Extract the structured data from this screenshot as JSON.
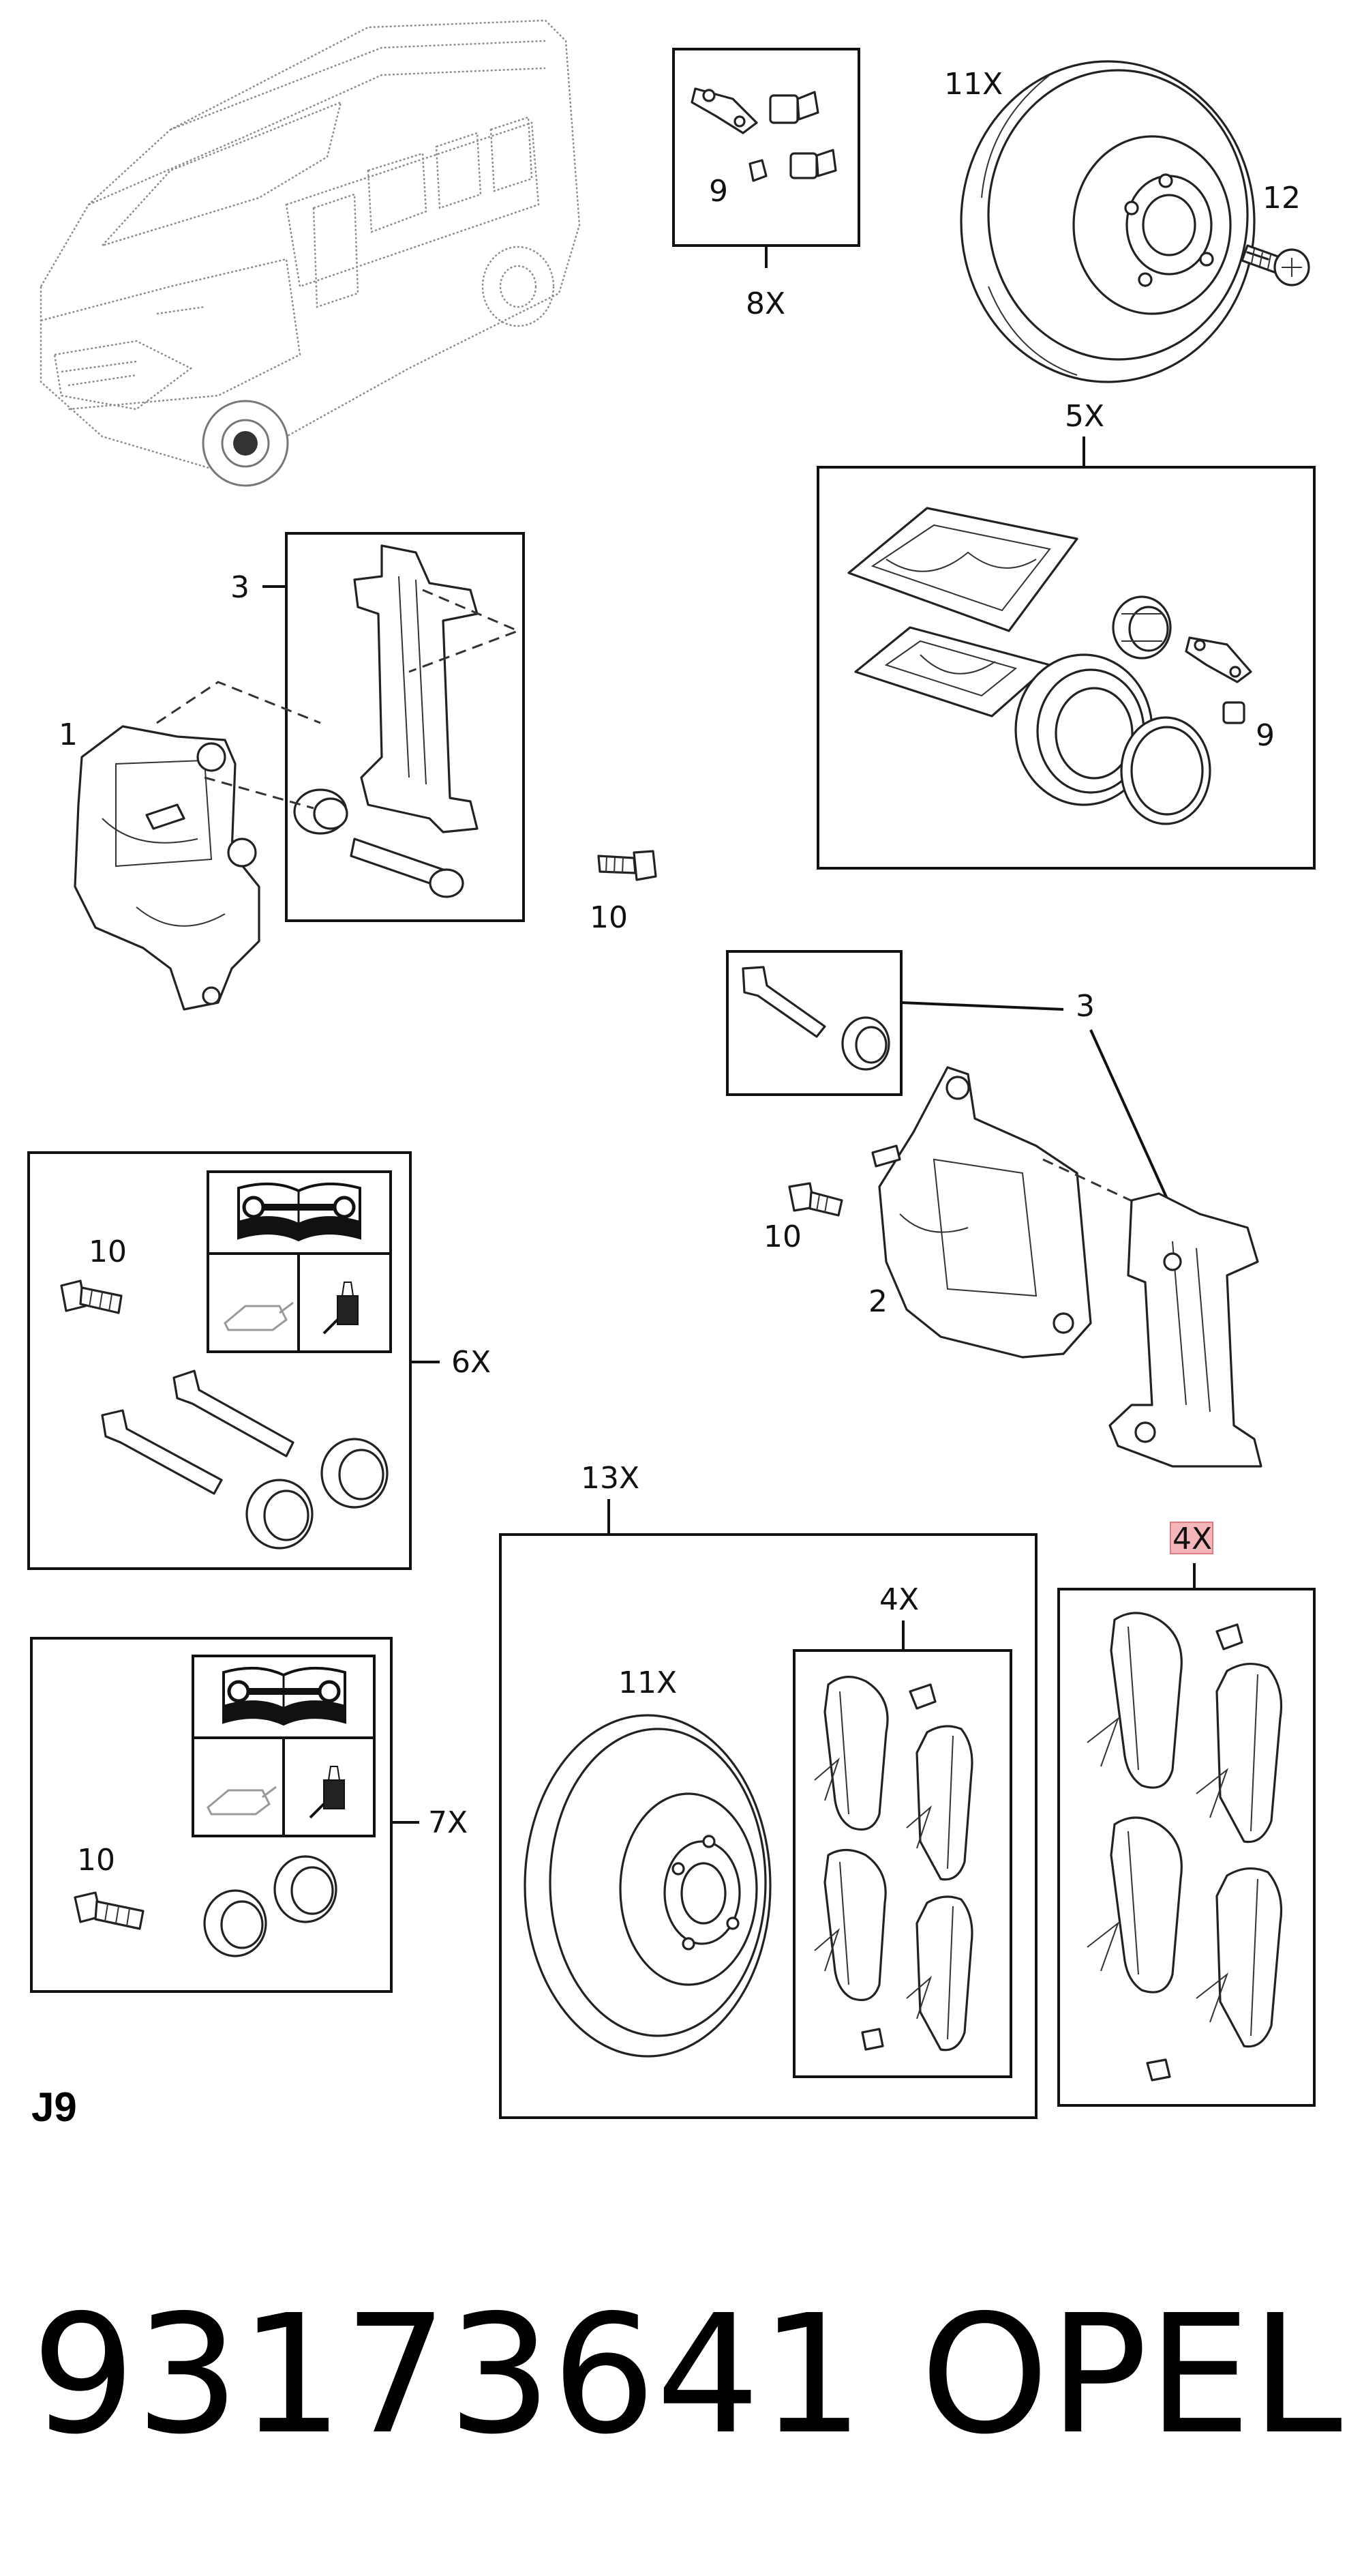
{
  "labels": {
    "l_11x_top": "11X",
    "l_12": "12",
    "l_8x": "8X",
    "l_9_top": "9",
    "l_5x": "5X",
    "l_9_kit": "9",
    "l_3_left": "3",
    "l_1": "1",
    "l_10_mid": "10",
    "l_3_right": "3",
    "l_10_right": "10",
    "l_2": "2",
    "l_10_6x": "10",
    "l_6x": "6X",
    "l_13x": "13X",
    "l_11x_kit": "11X",
    "l_4x_inner": "4X",
    "l_4x_right": "4X",
    "l_10_7x": "10",
    "l_7x": "7X"
  },
  "page_code": "J9",
  "part_number": "93173641",
  "brand": "OPEL",
  "colors": {
    "highlight": "#f4b6b8",
    "highlight_border": "#e07b80",
    "line": "#111111"
  },
  "icons": [
    "manual-book-icon",
    "wrench-icon",
    "grease-can-icon",
    "grease-tube-icon"
  ]
}
